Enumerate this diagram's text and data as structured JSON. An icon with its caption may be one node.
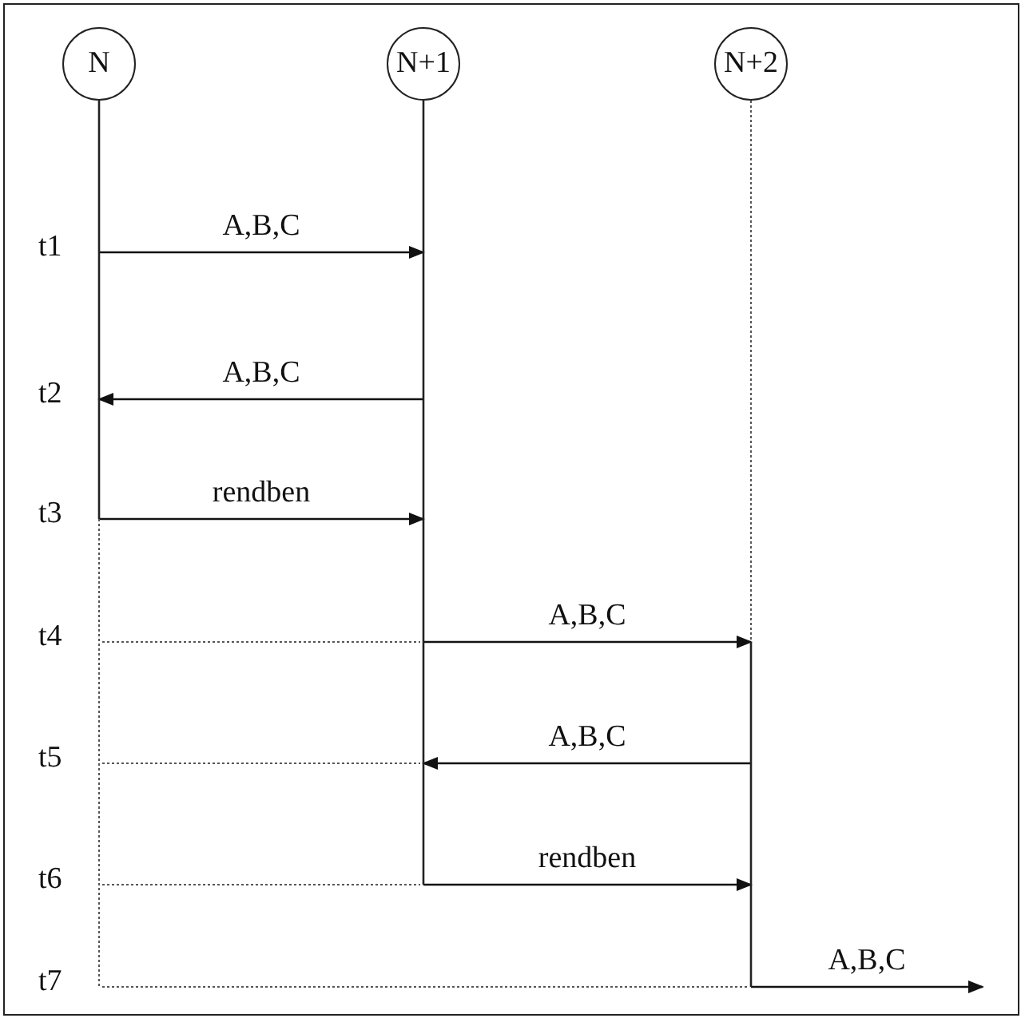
{
  "diagram": {
    "nodes": [
      {
        "text": [
          "N"
        ]
      },
      {
        "text": [
          "N+1"
        ]
      },
      {
        "text": [
          "N+2"
        ]
      }
    ],
    "edges": [
      {
        "from": 0,
        "to": 1,
        "arrow": "to",
        "label": "A,B,C"
      },
      {
        "from": 1,
        "to": 0,
        "arrow": "to",
        "label": "A,B,C"
      },
      {
        "from": 0,
        "to": 1,
        "arrow": "to",
        "label": "rendben"
      },
      {
        "from": 1,
        "to": 2,
        "arrow": "to",
        "label": "A,B,C"
      },
      {
        "from": 2,
        "to": 1,
        "arrow": "to",
        "label": "A,B,C"
      },
      {
        "from": 1,
        "to": 2,
        "arrow": "to",
        "label": "rendben"
      },
      {
        "from": 2,
        "to": null,
        "arrow": "to",
        "label": "A,B,C"
      }
    ],
    "labels": [
      "t1",
      "t2",
      "t3",
      "t4",
      "t5",
      "t6",
      "t7"
    ]
  }
}
